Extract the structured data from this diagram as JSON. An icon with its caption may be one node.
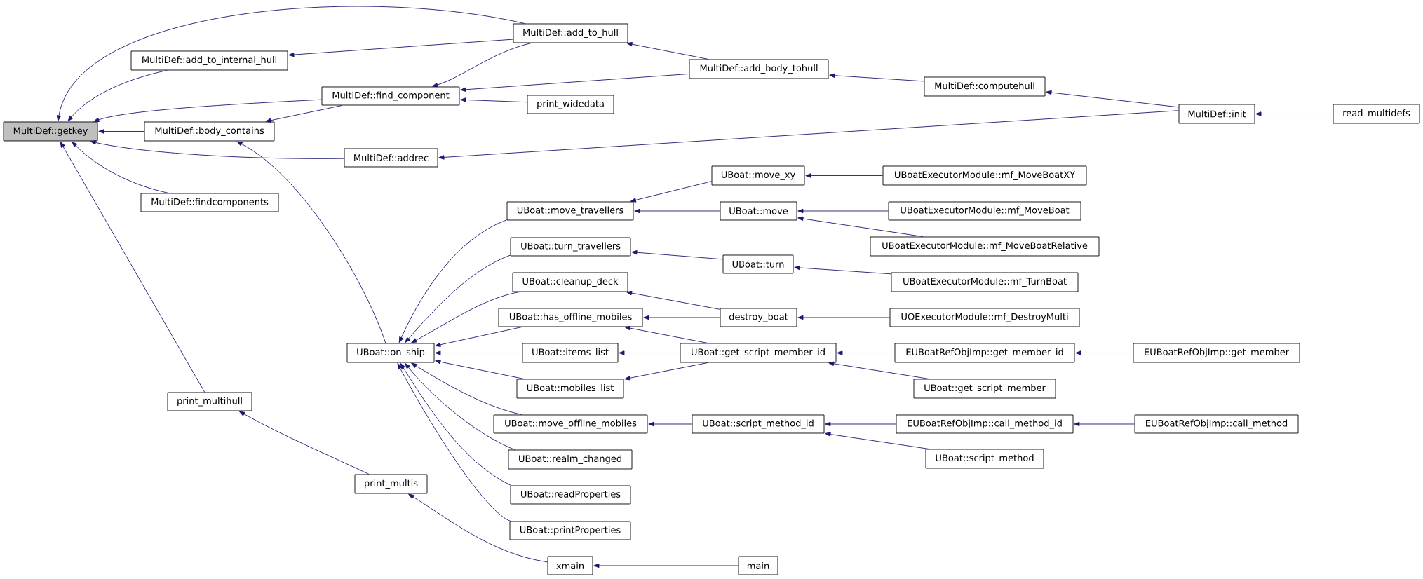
{
  "diagram": {
    "nodes": [
      {
        "text": [
          "MultiDef::getkey"
        ]
      },
      {
        "text": [
          "MultiDef::add_to_internal_hull"
        ]
      },
      {
        "text": [
          "MultiDef::body_contains"
        ]
      },
      {
        "text": [
          "MultiDef::findcomponents"
        ]
      },
      {
        "text": [
          "print_multihull"
        ]
      },
      {
        "text": [
          "MultiDef::find_component"
        ]
      },
      {
        "text": [
          "MultiDef::addrec"
        ]
      },
      {
        "text": [
          "print_multis"
        ]
      },
      {
        "text": [
          "UBoat::on_ship"
        ]
      },
      {
        "text": [
          "MultiDef::add_to_hull"
        ]
      },
      {
        "text": [
          "print_widedata"
        ]
      },
      {
        "text": [
          "UBoat::move_travellers"
        ]
      },
      {
        "text": [
          "UBoat::turn_travellers"
        ]
      },
      {
        "text": [
          "UBoat::cleanup_deck"
        ]
      },
      {
        "text": [
          "UBoat::has_offline_mobiles"
        ]
      },
      {
        "text": [
          "UBoat::items_list"
        ]
      },
      {
        "text": [
          "UBoat::mobiles_list"
        ]
      },
      {
        "text": [
          "UBoat::move_offline_mobiles"
        ]
      },
      {
        "text": [
          "UBoat::realm_changed"
        ]
      },
      {
        "text": [
          "UBoat::readProperties"
        ]
      },
      {
        "text": [
          "UBoat::printProperties"
        ]
      },
      {
        "text": [
          "xmain"
        ]
      },
      {
        "text": [
          "MultiDef::add_body_tohull"
        ]
      },
      {
        "text": [
          "UBoat::move_xy"
        ]
      },
      {
        "text": [
          "UBoat::move"
        ]
      },
      {
        "text": [
          "UBoat::turn"
        ]
      },
      {
        "text": [
          "destroy_boat"
        ]
      },
      {
        "text": [
          "UBoat::get_script_member_id"
        ]
      },
      {
        "text": [
          "UBoat::script_method_id"
        ]
      },
      {
        "text": [
          "main"
        ]
      },
      {
        "text": [
          "MultiDef::computehull"
        ]
      },
      {
        "text": [
          "UBoatExecutorModule::mf_MoveBoatXY"
        ]
      },
      {
        "text": [
          "UBoatExecutorModule::mf_MoveBoat"
        ]
      },
      {
        "text": [
          "UBoatExecutorModule::mf_MoveBoatRelative"
        ]
      },
      {
        "text": [
          "UBoatExecutorModule::mf_TurnBoat"
        ]
      },
      {
        "text": [
          "UOExecutorModule::mf_DestroyMulti"
        ]
      },
      {
        "text": [
          "EUBoatRefObjImp::get_member_id"
        ]
      },
      {
        "text": [
          "UBoat::get_script_member"
        ]
      },
      {
        "text": [
          "EUBoatRefObjImp::call_method_id"
        ]
      },
      {
        "text": [
          "UBoat::script_method"
        ]
      },
      {
        "text": [
          "MultiDef::init"
        ]
      },
      {
        "text": [
          "EUBoatRefObjImp::get_member"
        ]
      },
      {
        "text": [
          "EUBoatRefObjImp::call_method"
        ]
      },
      {
        "text": [
          "read_multidefs"
        ]
      }
    ],
    "edges": [
      {
        "from": 9,
        "to": 0,
        "arrow": "to"
      },
      {
        "from": 1,
        "to": 0,
        "arrow": "to"
      },
      {
        "from": 5,
        "to": 0,
        "arrow": "to"
      },
      {
        "from": 2,
        "to": 0,
        "arrow": "to"
      },
      {
        "from": 6,
        "to": 0,
        "arrow": "to"
      },
      {
        "from": 3,
        "to": 0,
        "arrow": "to"
      },
      {
        "from": 4,
        "to": 0,
        "arrow": "to"
      },
      {
        "from": 9,
        "to": 1,
        "arrow": "to"
      },
      {
        "from": 9,
        "to": 5,
        "arrow": "to"
      },
      {
        "from": 22,
        "to": 5,
        "arrow": "to"
      },
      {
        "from": 10,
        "to": 5,
        "arrow": "to"
      },
      {
        "from": 5,
        "to": 2,
        "arrow": "to"
      },
      {
        "from": 8,
        "to": 2,
        "arrow": "to"
      },
      {
        "from": 22,
        "to": 9,
        "arrow": "to"
      },
      {
        "from": 30,
        "to": 22,
        "arrow": "to"
      },
      {
        "from": 40,
        "to": 6,
        "arrow": "to"
      },
      {
        "from": 40,
        "to": 30,
        "arrow": "to"
      },
      {
        "from": 43,
        "to": 40,
        "arrow": "to"
      },
      {
        "from": 11,
        "to": 8,
        "arrow": "to"
      },
      {
        "from": 12,
        "to": 8,
        "arrow": "to"
      },
      {
        "from": 13,
        "to": 8,
        "arrow": "to"
      },
      {
        "from": 14,
        "to": 8,
        "arrow": "to"
      },
      {
        "from": 15,
        "to": 8,
        "arrow": "to"
      },
      {
        "from": 16,
        "to": 8,
        "arrow": "to"
      },
      {
        "from": 17,
        "to": 8,
        "arrow": "to"
      },
      {
        "from": 18,
        "to": 8,
        "arrow": "to"
      },
      {
        "from": 19,
        "to": 8,
        "arrow": "to"
      },
      {
        "from": 20,
        "to": 8,
        "arrow": "to"
      },
      {
        "from": 21,
        "to": 7,
        "arrow": "to"
      },
      {
        "from": 7,
        "to": 4,
        "arrow": "to"
      },
      {
        "from": 29,
        "to": 21,
        "arrow": "to"
      },
      {
        "from": 23,
        "to": 11,
        "arrow": "to"
      },
      {
        "from": 24,
        "to": 11,
        "arrow": "to"
      },
      {
        "from": 31,
        "to": 23,
        "arrow": "to"
      },
      {
        "from": 32,
        "to": 24,
        "arrow": "to"
      },
      {
        "from": 33,
        "to": 24,
        "arrow": "to"
      },
      {
        "from": 25,
        "to": 12,
        "arrow": "to"
      },
      {
        "from": 34,
        "to": 25,
        "arrow": "to"
      },
      {
        "from": 26,
        "to": 13,
        "arrow": "to"
      },
      {
        "from": 26,
        "to": 14,
        "arrow": "to"
      },
      {
        "from": 35,
        "to": 26,
        "arrow": "to"
      },
      {
        "from": 27,
        "to": 14,
        "arrow": "to"
      },
      {
        "from": 27,
        "to": 15,
        "arrow": "to"
      },
      {
        "from": 27,
        "to": 16,
        "arrow": "to"
      },
      {
        "from": 36,
        "to": 27,
        "arrow": "to"
      },
      {
        "from": 37,
        "to": 27,
        "arrow": "to"
      },
      {
        "from": 41,
        "to": 36,
        "arrow": "to"
      },
      {
        "from": 28,
        "to": 17,
        "arrow": "to"
      },
      {
        "from": 38,
        "to": 28,
        "arrow": "to"
      },
      {
        "from": 39,
        "to": 28,
        "arrow": "to"
      },
      {
        "from": 42,
        "to": 38,
        "arrow": "to"
      }
    ]
  }
}
